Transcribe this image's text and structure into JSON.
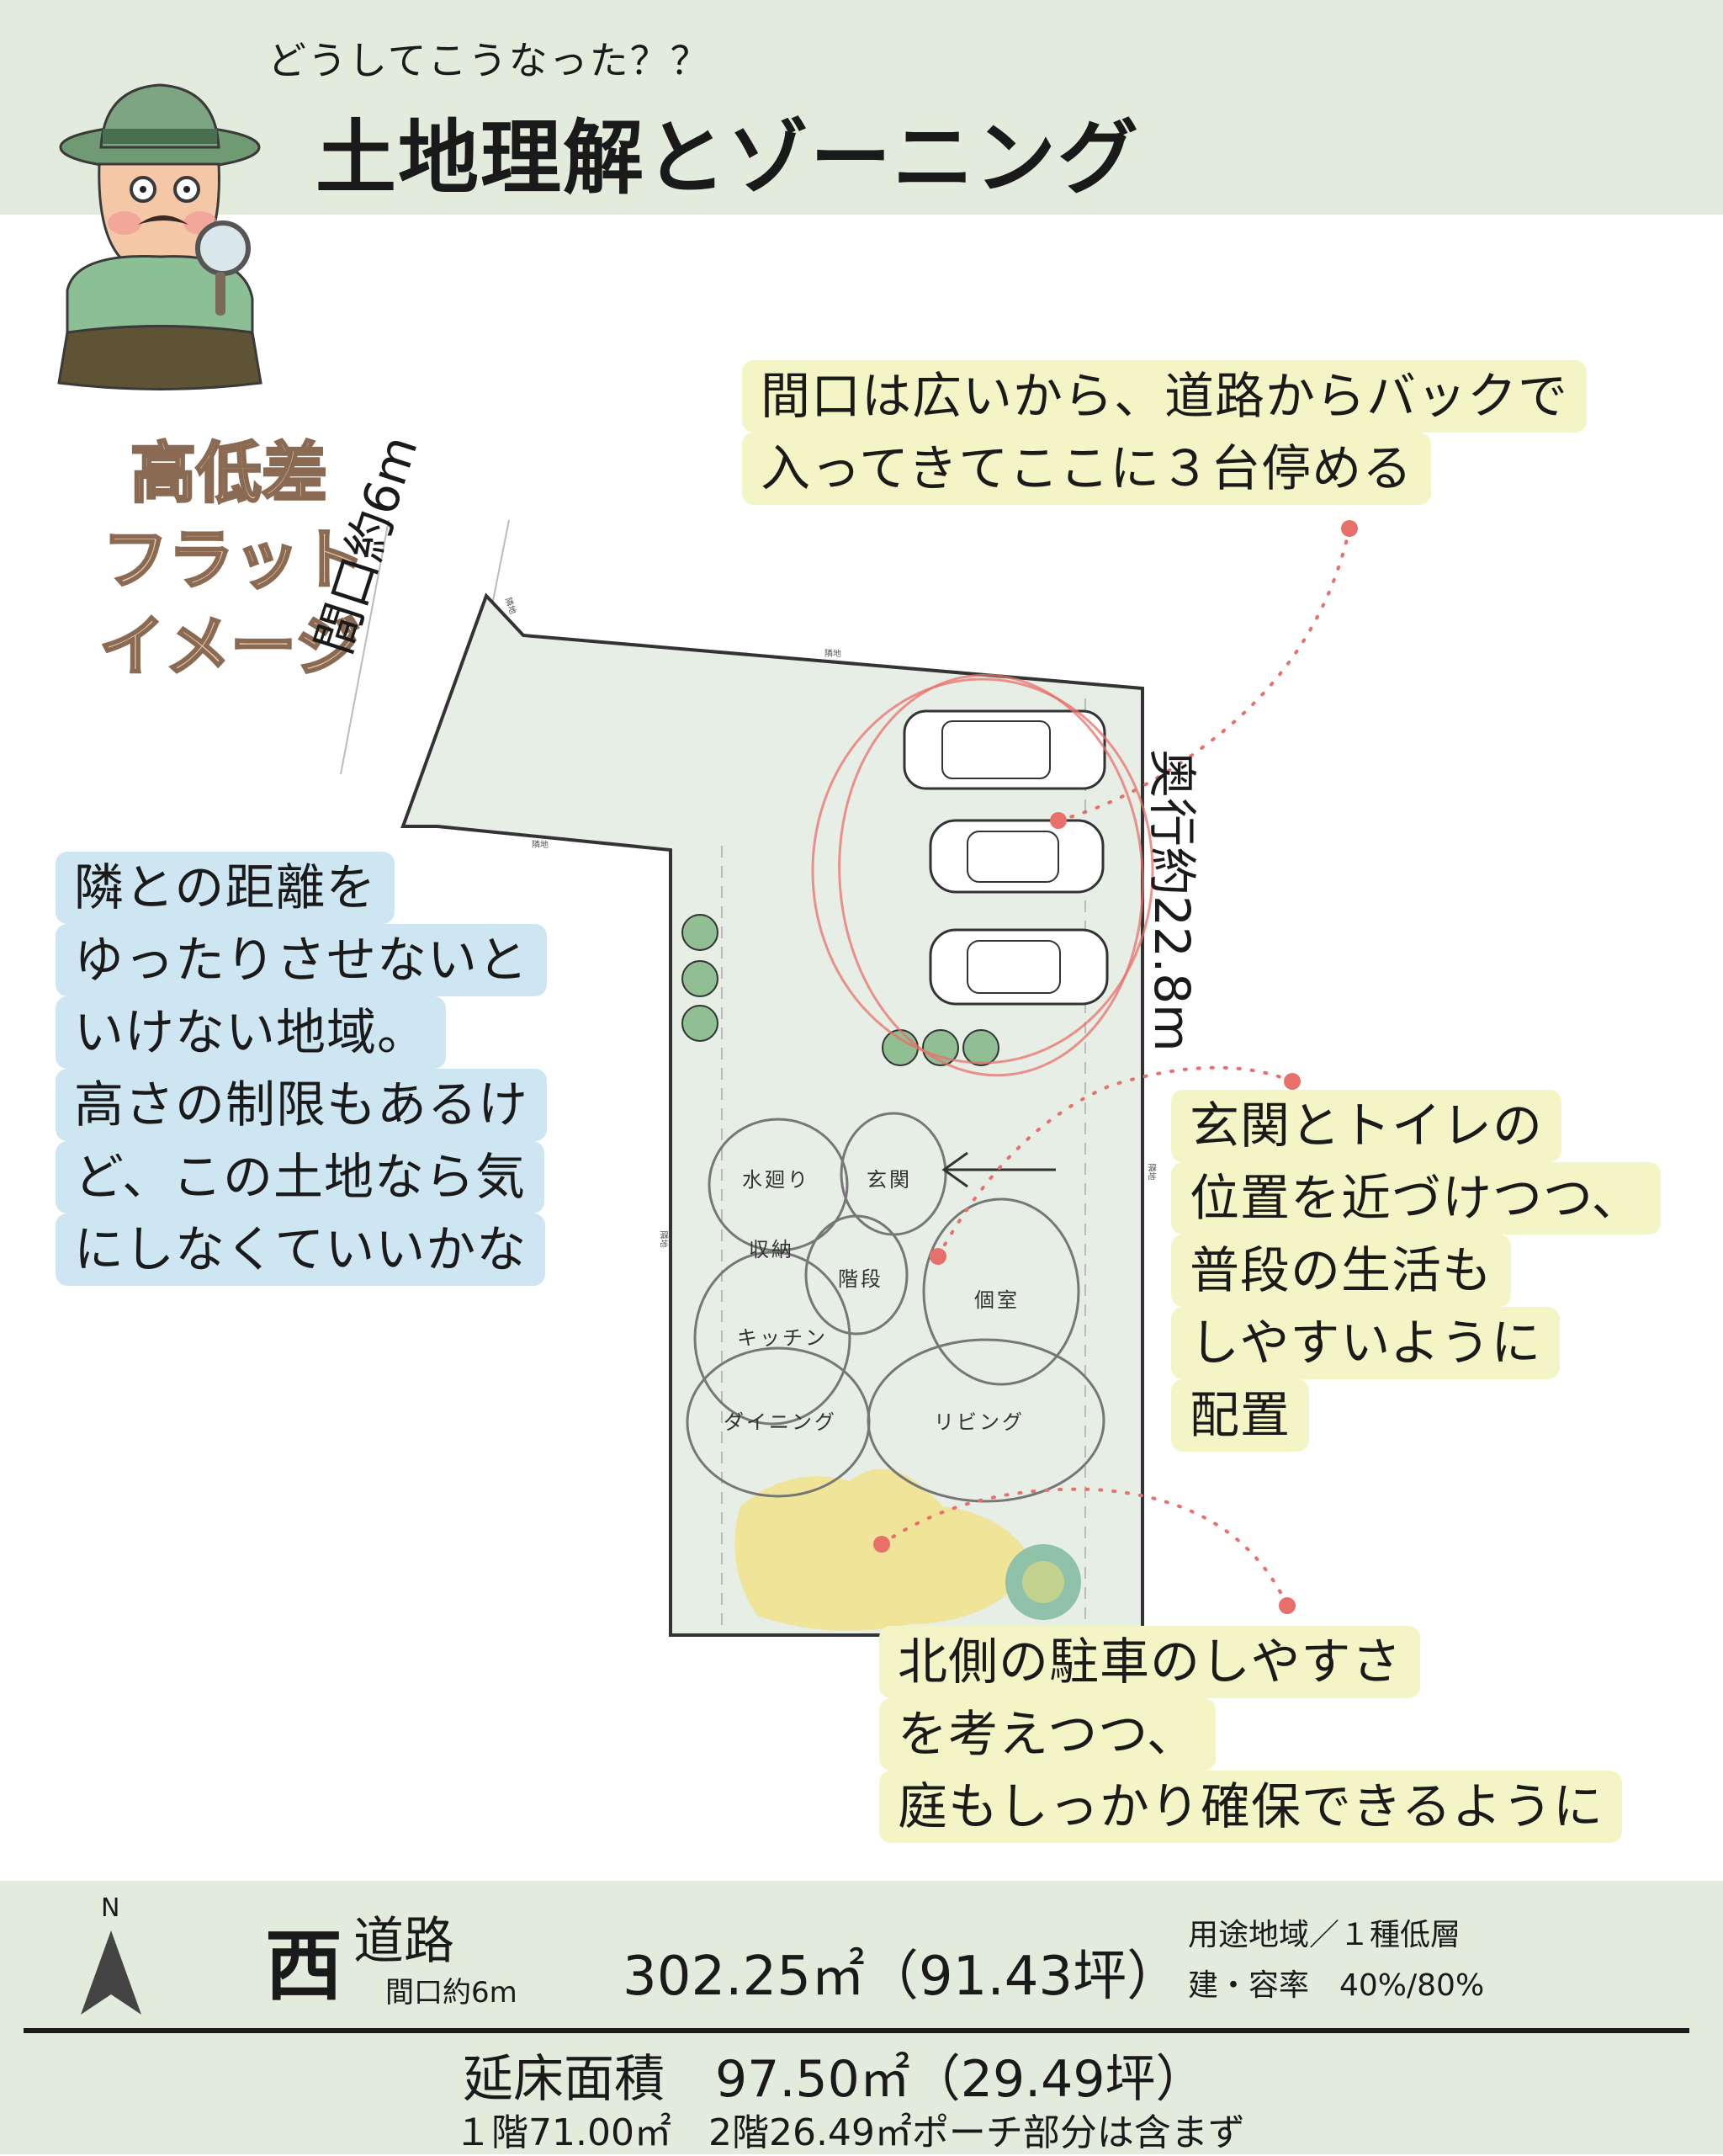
{
  "header": {
    "subtitle": "どうしてこうなった？？",
    "title": "土地理解とゾーニング"
  },
  "side_labels": {
    "line1": "高低差",
    "line2": "フラット",
    "line3": "イメージ"
  },
  "plot": {
    "frontage": "間口約6m",
    "depth": "奥行約22.8m",
    "boundary_label": "隣地",
    "arrow_icon": "arrow-left-icon",
    "zones": {
      "wet_area": "水廻り",
      "entrance": "玄関",
      "storage": "収納",
      "stairs": "階段",
      "private_room": "個室",
      "kitchen": "キッチン",
      "dining": "ダイニング",
      "living": "リビング"
    }
  },
  "notes": {
    "parking": [
      "間口は広いから、道路からバックで",
      "入ってきてここに３台停める"
    ],
    "neighbors": [
      "隣との距離を",
      "ゆったりさせないと",
      "いけない地域。",
      "高さの制限もあるけ",
      "ど、この土地なら気",
      "にしなくていいかな"
    ],
    "entrance": [
      "玄関とトイレの",
      "位置を近づけつつ、",
      "普段の生活も",
      "しやすいように",
      "配置"
    ],
    "garden": [
      "北側の駐車のしやすさ",
      "を考えつつ、",
      "庭もしっかり確保できるように"
    ]
  },
  "footer": {
    "north_label": "N",
    "direction": "西",
    "road": "道路",
    "frontage": "間口約6m",
    "area": "302.25㎡（91.43坪）",
    "zoning": "用途地域／１種低層",
    "ratio": "建・容率　40%/80%",
    "floor_area": "延床面積　97.50㎡（29.49坪）",
    "floor_breakdown": "１階71.00㎡　2階26.49㎡ポーチ部分は含まず"
  },
  "colors": {
    "band": "#e3ecdc",
    "lot_fill": "#e6eee6",
    "note_yellow": "#f4f5c6",
    "note_blue": "#cde6f2",
    "pink_line": "#e8706a",
    "garden_yellow": "#f0e28a"
  }
}
